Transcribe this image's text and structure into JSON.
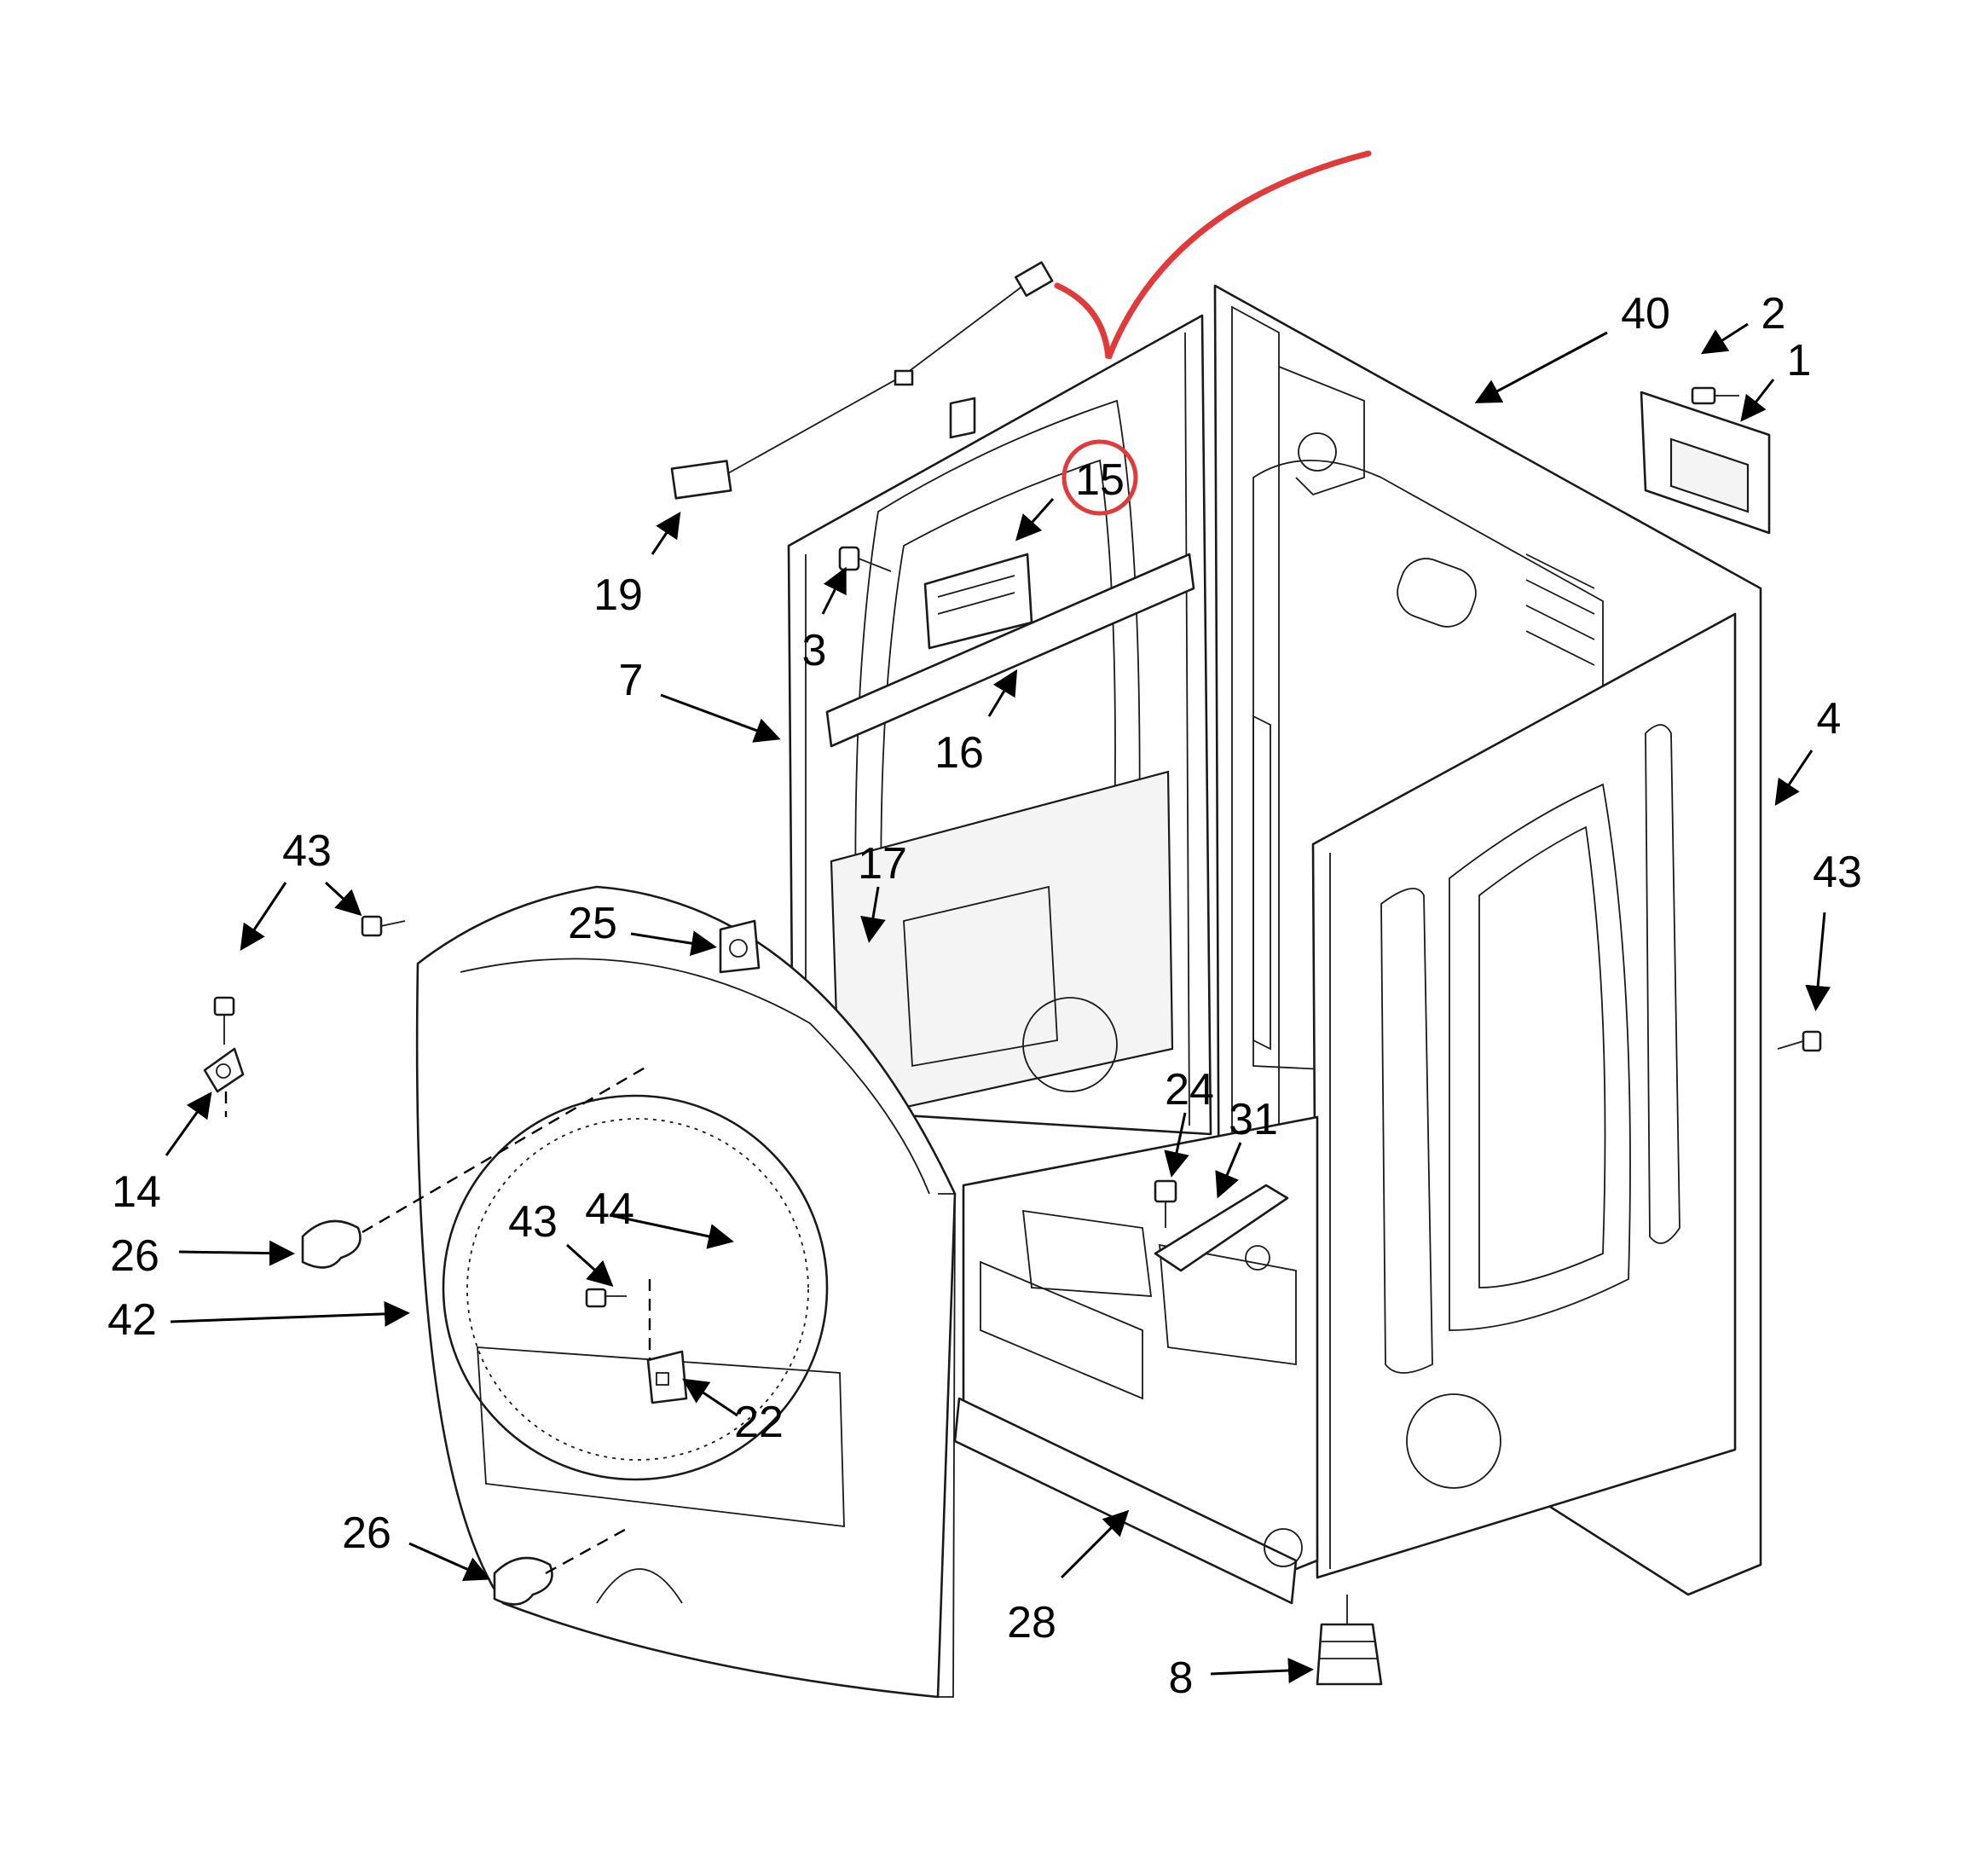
{
  "diagram": {
    "type": "exploded-parts-diagram",
    "highlighted_part": "15",
    "highlight_color": "#e03a3a",
    "line_color": "#1a1a1a",
    "callouts": [
      {
        "id": "c1",
        "label": "1"
      },
      {
        "id": "c2",
        "label": "2"
      },
      {
        "id": "c3",
        "label": "3"
      },
      {
        "id": "c4",
        "label": "4"
      },
      {
        "id": "c7",
        "label": "7"
      },
      {
        "id": "c8",
        "label": "8"
      },
      {
        "id": "c14",
        "label": "14"
      },
      {
        "id": "c15",
        "label": "15"
      },
      {
        "id": "c16",
        "label": "16"
      },
      {
        "id": "c17",
        "label": "17"
      },
      {
        "id": "c19",
        "label": "19"
      },
      {
        "id": "c22",
        "label": "22"
      },
      {
        "id": "c24",
        "label": "24"
      },
      {
        "id": "c25",
        "label": "25"
      },
      {
        "id": "c26a",
        "label": "26"
      },
      {
        "id": "c26b",
        "label": "26"
      },
      {
        "id": "c28",
        "label": "28"
      },
      {
        "id": "c31",
        "label": "31"
      },
      {
        "id": "c40",
        "label": "40"
      },
      {
        "id": "c42",
        "label": "42"
      },
      {
        "id": "c43a",
        "label": "43"
      },
      {
        "id": "c43b",
        "label": "43"
      },
      {
        "id": "c43c",
        "label": "43"
      },
      {
        "id": "c44",
        "label": "44"
      }
    ]
  }
}
